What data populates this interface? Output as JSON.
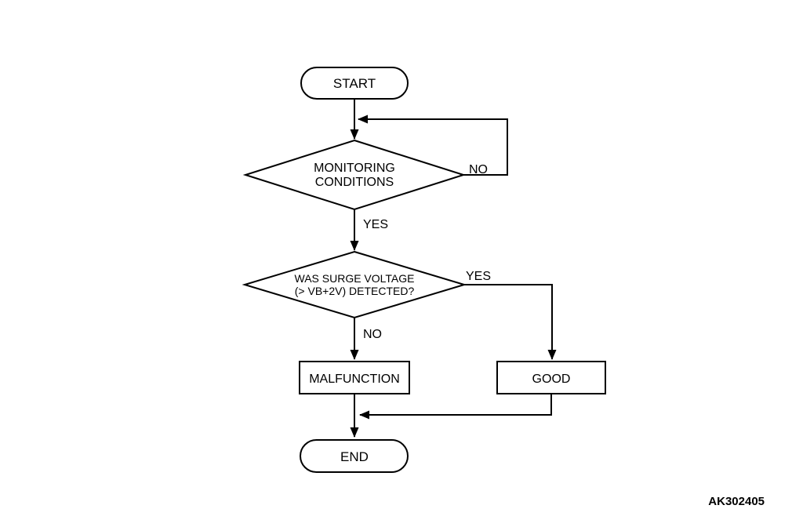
{
  "figure": {
    "id_label": "AK302405",
    "colors": {
      "line": "#000000",
      "text": "#000000",
      "background": "#ffffff"
    }
  },
  "nodes": {
    "start": {
      "label": "START"
    },
    "monitoring_conditions": {
      "line1": "MONITORING",
      "line2": "CONDITIONS"
    },
    "surge_voltage": {
      "line1": "WAS SURGE VOLTAGE",
      "line2": "(> VB+2V) DETECTED?"
    },
    "malfunction": {
      "label": "MALFUNCTION"
    },
    "good": {
      "label": "GOOD"
    },
    "end": {
      "label": "END"
    }
  },
  "edges": {
    "monitoring_no": {
      "label": "NO"
    },
    "monitoring_yes": {
      "label": "YES"
    },
    "surge_yes": {
      "label": "YES"
    },
    "surge_no": {
      "label": "NO"
    }
  }
}
